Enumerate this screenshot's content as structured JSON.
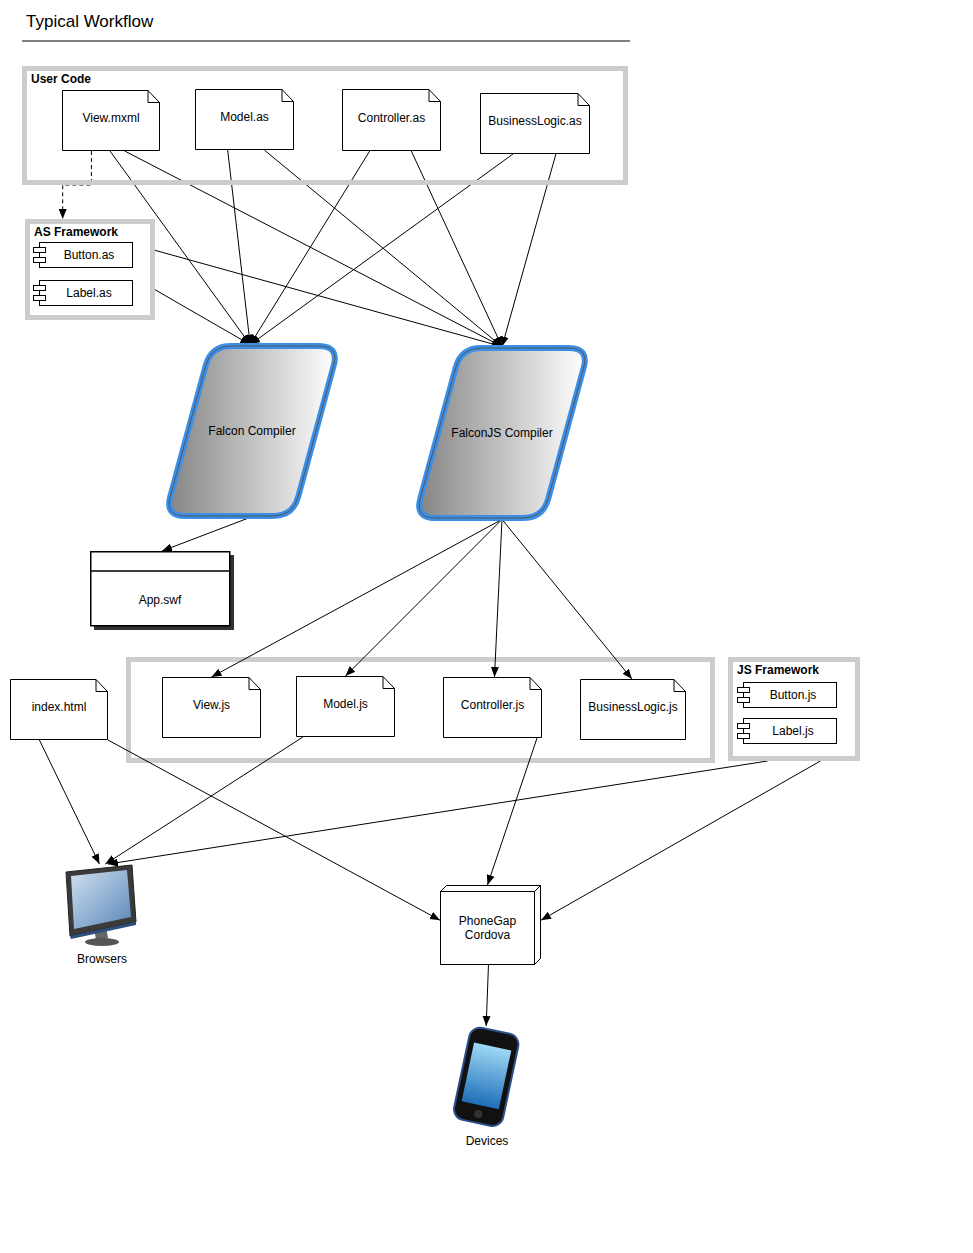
{
  "diagram": {
    "title": "Typical Workflow",
    "nodes": [
      {
        "text": [
          "User Code"
        ]
      },
      {
        "text": [
          "View.mxml"
        ],
        "in": 0
      },
      {
        "text": [
          "Model.as"
        ],
        "in": 0
      },
      {
        "text": [
          "Controller.as"
        ],
        "in": 0
      },
      {
        "text": [
          "BusinessLogic.as"
        ],
        "in": 0
      },
      {
        "text": [
          "AS Framework"
        ]
      },
      {
        "text": [
          "Button.as"
        ],
        "in": 5
      },
      {
        "text": [
          "Label.as"
        ],
        "in": 5
      },
      {
        "text": [
          "Falcon Compiler"
        ]
      },
      {
        "text": [
          "FalconJS Compiler"
        ]
      },
      {
        "text": [
          "App.swf"
        ]
      },
      {
        "text": [
          "index.html"
        ]
      },
      {
        "text": [
          "View.js"
        ]
      },
      {
        "text": [
          "Model.js"
        ]
      },
      {
        "text": [
          "Controller.js"
        ]
      },
      {
        "text": [
          "BusinessLogic.js"
        ]
      },
      {
        "text": [
          "JS Framework"
        ]
      },
      {
        "text": [
          "Button.js"
        ],
        "in": 16
      },
      {
        "text": [
          "Label.js"
        ],
        "in": 16
      },
      {
        "text": [
          "Browsers"
        ]
      },
      {
        "text": [
          "PhoneGap Cordova"
        ]
      },
      {
        "text": [
          "Devices"
        ]
      }
    ],
    "edges": [
      {
        "from": 1,
        "to": 5,
        "arrow": "to"
      },
      {
        "from": 1,
        "to": 8,
        "arrow": "to"
      },
      {
        "from": 1,
        "to": 9,
        "arrow": "to"
      },
      {
        "from": 2,
        "to": 8,
        "arrow": "to"
      },
      {
        "from": 2,
        "to": 9,
        "arrow": "to"
      },
      {
        "from": 3,
        "to": 8,
        "arrow": "to"
      },
      {
        "from": 3,
        "to": 9,
        "arrow": "to"
      },
      {
        "from": 4,
        "to": 8,
        "arrow": "to"
      },
      {
        "from": 4,
        "to": 9,
        "arrow": "to"
      },
      {
        "from": 5,
        "to": 8,
        "arrow": "to"
      },
      {
        "from": 5,
        "to": 9,
        "arrow": "to"
      },
      {
        "from": 8,
        "to": 10,
        "arrow": "to"
      },
      {
        "from": 9,
        "to": 12,
        "arrow": "to"
      },
      {
        "from": 9,
        "to": 13,
        "arrow": "to"
      },
      {
        "from": 9,
        "to": 14,
        "arrow": "to"
      },
      {
        "from": 9,
        "to": 15,
        "arrow": "to"
      },
      {
        "from": 11,
        "to": 19,
        "arrow": "to"
      },
      {
        "from": 11,
        "to": 20,
        "arrow": "to"
      },
      {
        "from": 13,
        "to": 19,
        "arrow": "to"
      },
      {
        "from": 14,
        "to": 20,
        "arrow": "to"
      },
      {
        "from": 16,
        "to": 19,
        "arrow": "to"
      },
      {
        "from": 16,
        "to": 20,
        "arrow": "to"
      },
      {
        "from": 20,
        "to": 21,
        "arrow": "to"
      }
    ]
  }
}
